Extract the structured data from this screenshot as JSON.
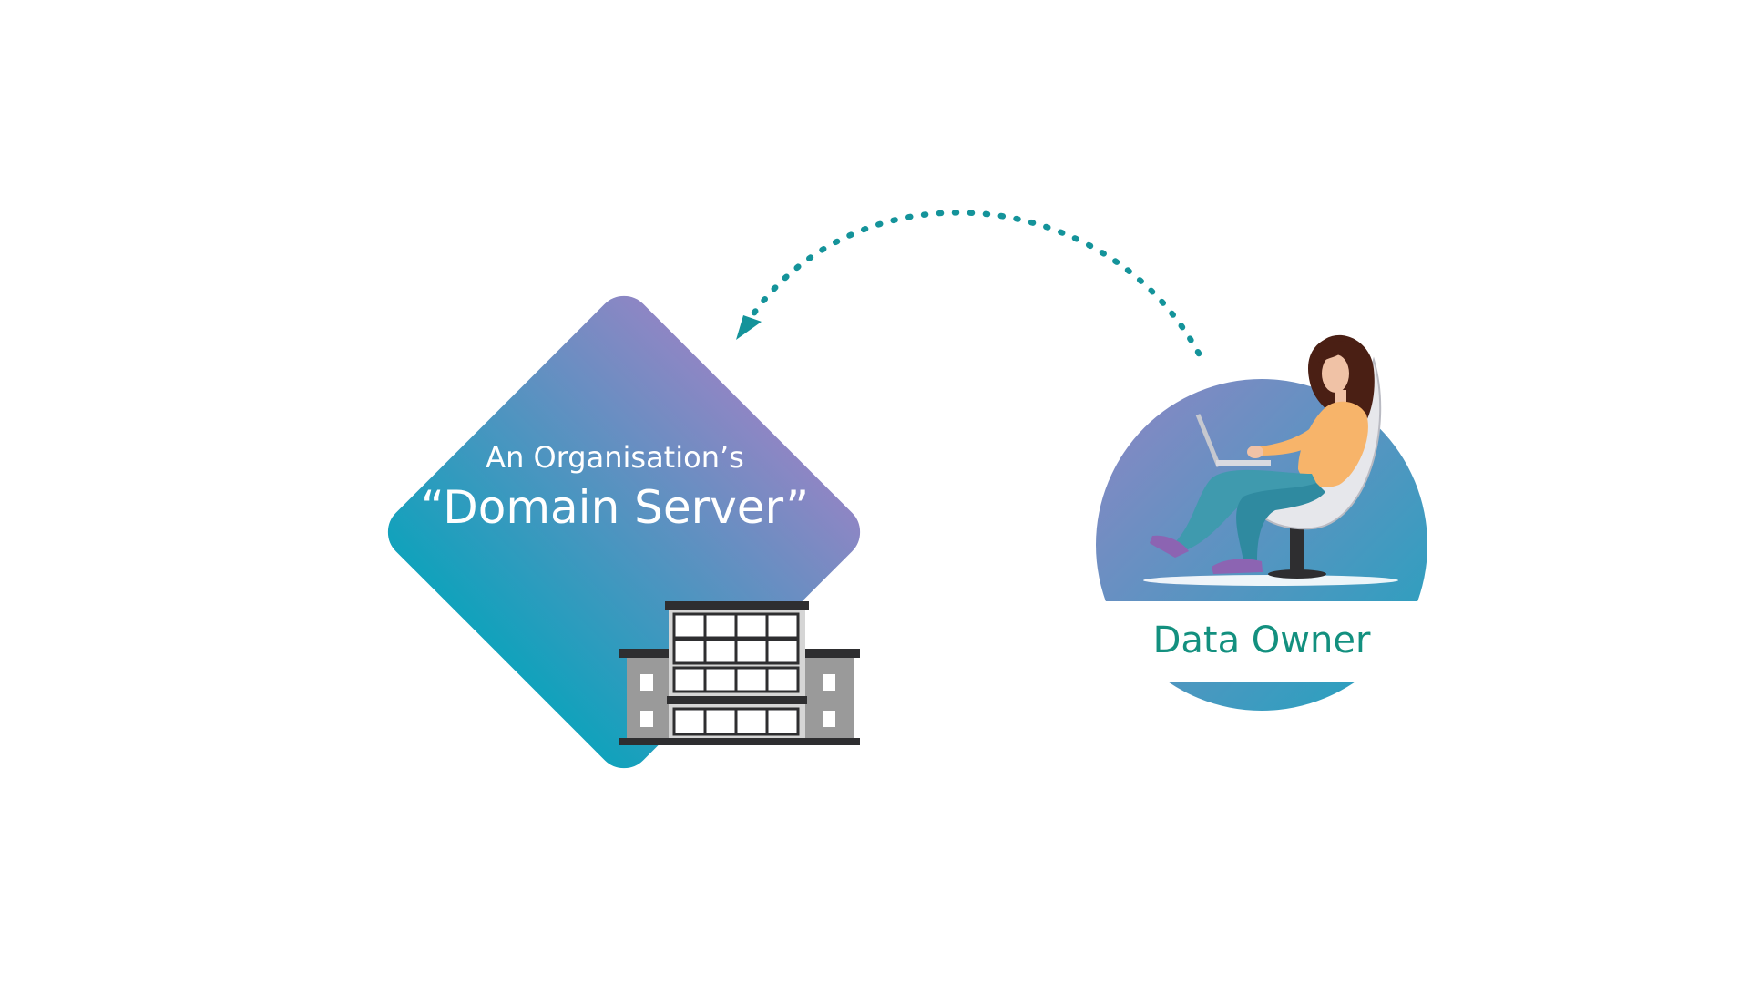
{
  "domain_server": {
    "line1": "An Organisation’s",
    "line2": "“Domain Server”",
    "icon": "office-building-icon"
  },
  "data_owner": {
    "label": "Data Owner",
    "icon": "person-with-laptop-icon"
  },
  "connector": {
    "style": "dotted",
    "direction": "data-owner-to-domain-server",
    "icon": "arrowhead-icon"
  },
  "colors": {
    "gradient_top": "#8E86C4",
    "gradient_bottom": "#10A2BC",
    "connector": "#14939A",
    "label_text": "#13907F",
    "building_frame": "#2E2E30",
    "building_side": "#9A9A9A",
    "skin": "#F0C2A6",
    "hair": "#4A1F14",
    "sweater": "#F7B46A",
    "pants": "#3F9AAE",
    "shoes": "#8C64B2",
    "chair": "#E6E7EB"
  }
}
